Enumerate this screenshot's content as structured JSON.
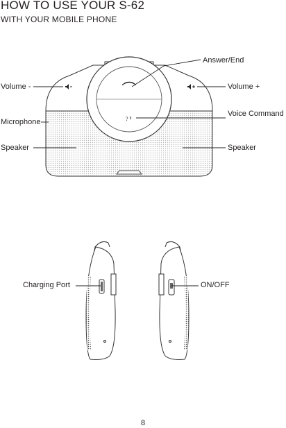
{
  "header": {
    "title": "HOW TO USE YOUR S-62",
    "subtitle": "WITH YOUR MOBILE PHONE"
  },
  "front_view": {
    "labels": {
      "answer_end": "Answer/End",
      "volume_minus": "Volume -",
      "volume_plus": "Volume +",
      "voice_command": "Voice Command",
      "microphone": "Microphone",
      "speaker_left": "Speaker",
      "speaker_right": "Speaker"
    }
  },
  "side_views": {
    "labels": {
      "charging_port": "Charging Port",
      "on_off": "ON/OFF"
    }
  },
  "footer": {
    "page_number": "8"
  }
}
